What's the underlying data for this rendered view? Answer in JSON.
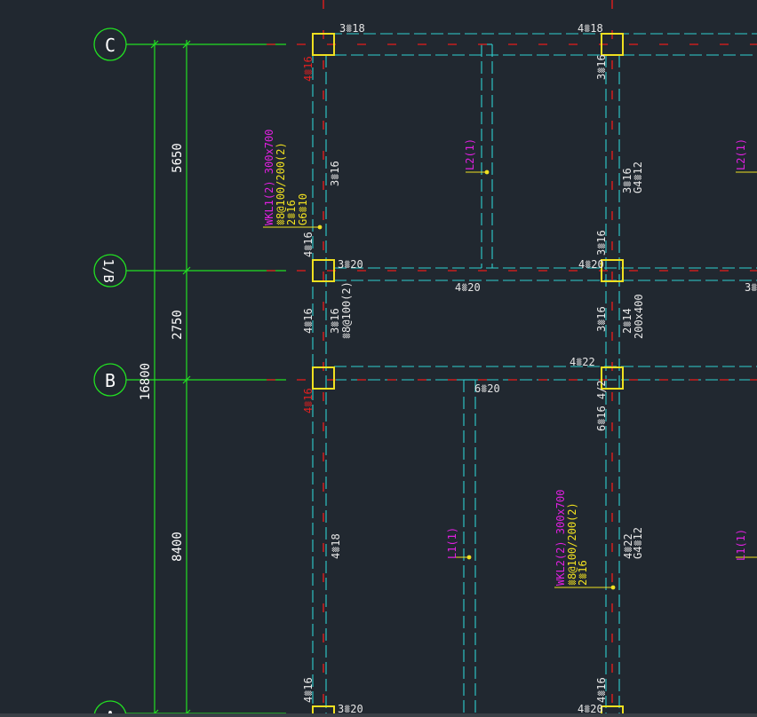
{
  "colors": {
    "background": "#212830",
    "axis_green": "#22e022",
    "beam_cyan": "#2fcfcf",
    "rebar_red": "#d02020",
    "column_yellow": "#f0e020",
    "text_white": "#e6e6e6",
    "text_red": "#e02020",
    "text_magenta": "#e020e0",
    "text_yellow": "#f0e020"
  },
  "axes": {
    "c": "C",
    "one_b": "1/B",
    "b": "B",
    "a": "A"
  },
  "dimensions": {
    "total": "16800",
    "c_to_1b": "5650",
    "1b_to_b": "2750",
    "b_to_a": "8400"
  },
  "labels": {
    "top_col1": "3␨18",
    "top_col2": "4␨18",
    "left_c_red": "4␨16",
    "left_c2": "3␨16",
    "col2_c": "3␨16",
    "col2_c_mid": "3␨16",
    "col2_c_mid2": "G4␨12",
    "l2_left": "L2(1)",
    "l2_right": "L2(1)",
    "wkl1_title": "WKL1(2) 300x700",
    "wkl1_stirrup": "␨8@100/200(2)",
    "wkl1_top": "2␨16",
    "wkl1_side": "G6␨10",
    "r1b_left": "4␨16",
    "r1b_col1": "3␨20",
    "r1b_col2": "4␨20",
    "r1b_col2_up": "3␨16",
    "r1b_below": "4␨20",
    "r1b_right": "3␨",
    "mid_left": "4␨16",
    "mid_c1a": "3␨16",
    "mid_c1b": "␨8@100(2)",
    "mid_c2": "3␨16",
    "mid_c2b": "2␨14",
    "mid_c2c": "200x400",
    "b_top": "4␨22",
    "b_left_red": "4␨16",
    "b_mid": "6␨20",
    "b_col2": "6␨16 4/2",
    "l1_left": "L1(1)",
    "l1_right": "L1(1)",
    "col1_a": "4␨18",
    "col2_a1": "4␨22",
    "col2_a2": "G4␨12",
    "wkl2_title": "WKL2(2) 300x700",
    "wkl2_stirrup": "␨8@100/200(2)",
    "wkl2_top": "2␨16",
    "a_left": "4␨16",
    "a_col1": "3␨20",
    "a_col2_up": "4␨16",
    "a_col2": "4␨20"
  }
}
